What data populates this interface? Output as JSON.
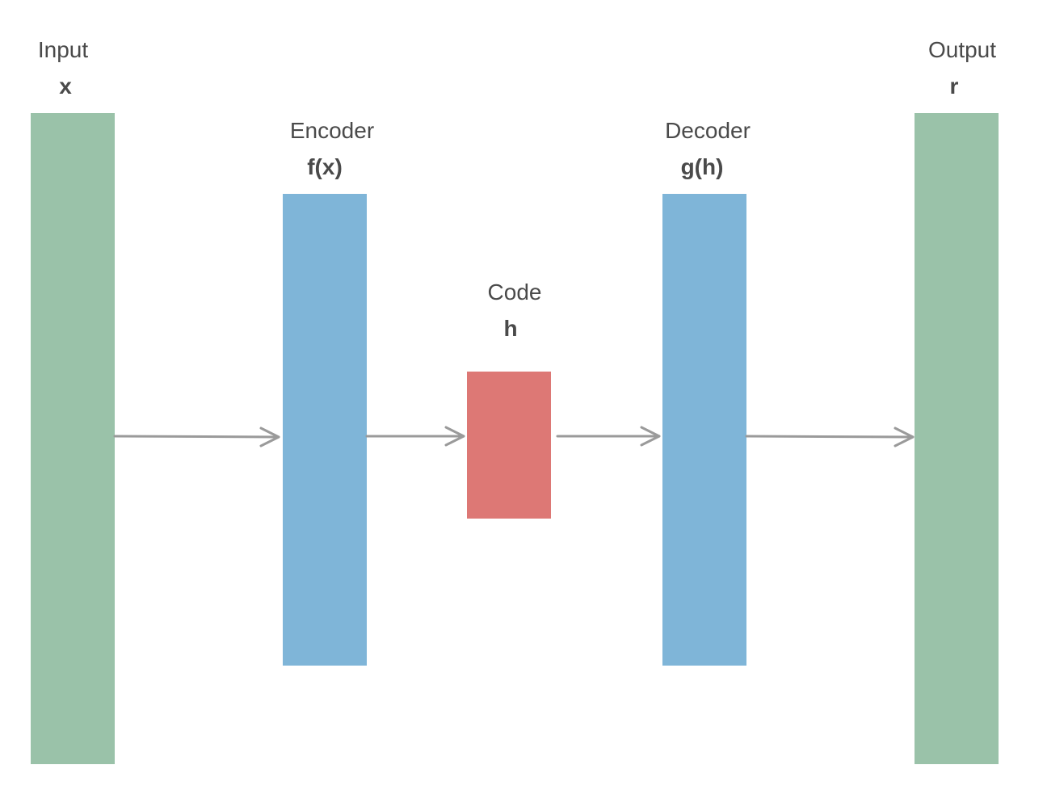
{
  "colors": {
    "io_block": "#9ac2a9",
    "coder_block": "#7fb5d8",
    "code_block": "#dd7875",
    "arrow": "#9a9a9a",
    "text": "#4a4a4a"
  },
  "input": {
    "title": "Input",
    "symbol": "x"
  },
  "encoder": {
    "title": "Encoder",
    "symbol": "f(x)"
  },
  "code": {
    "title": "Code",
    "symbol": "h"
  },
  "decoder": {
    "title": "Decoder",
    "symbol": "g(h)"
  },
  "output": {
    "title": "Output",
    "symbol": "r"
  },
  "flow": [
    {
      "from": "input",
      "to": "encoder"
    },
    {
      "from": "encoder",
      "to": "code"
    },
    {
      "from": "code",
      "to": "decoder"
    },
    {
      "from": "decoder",
      "to": "output"
    }
  ]
}
